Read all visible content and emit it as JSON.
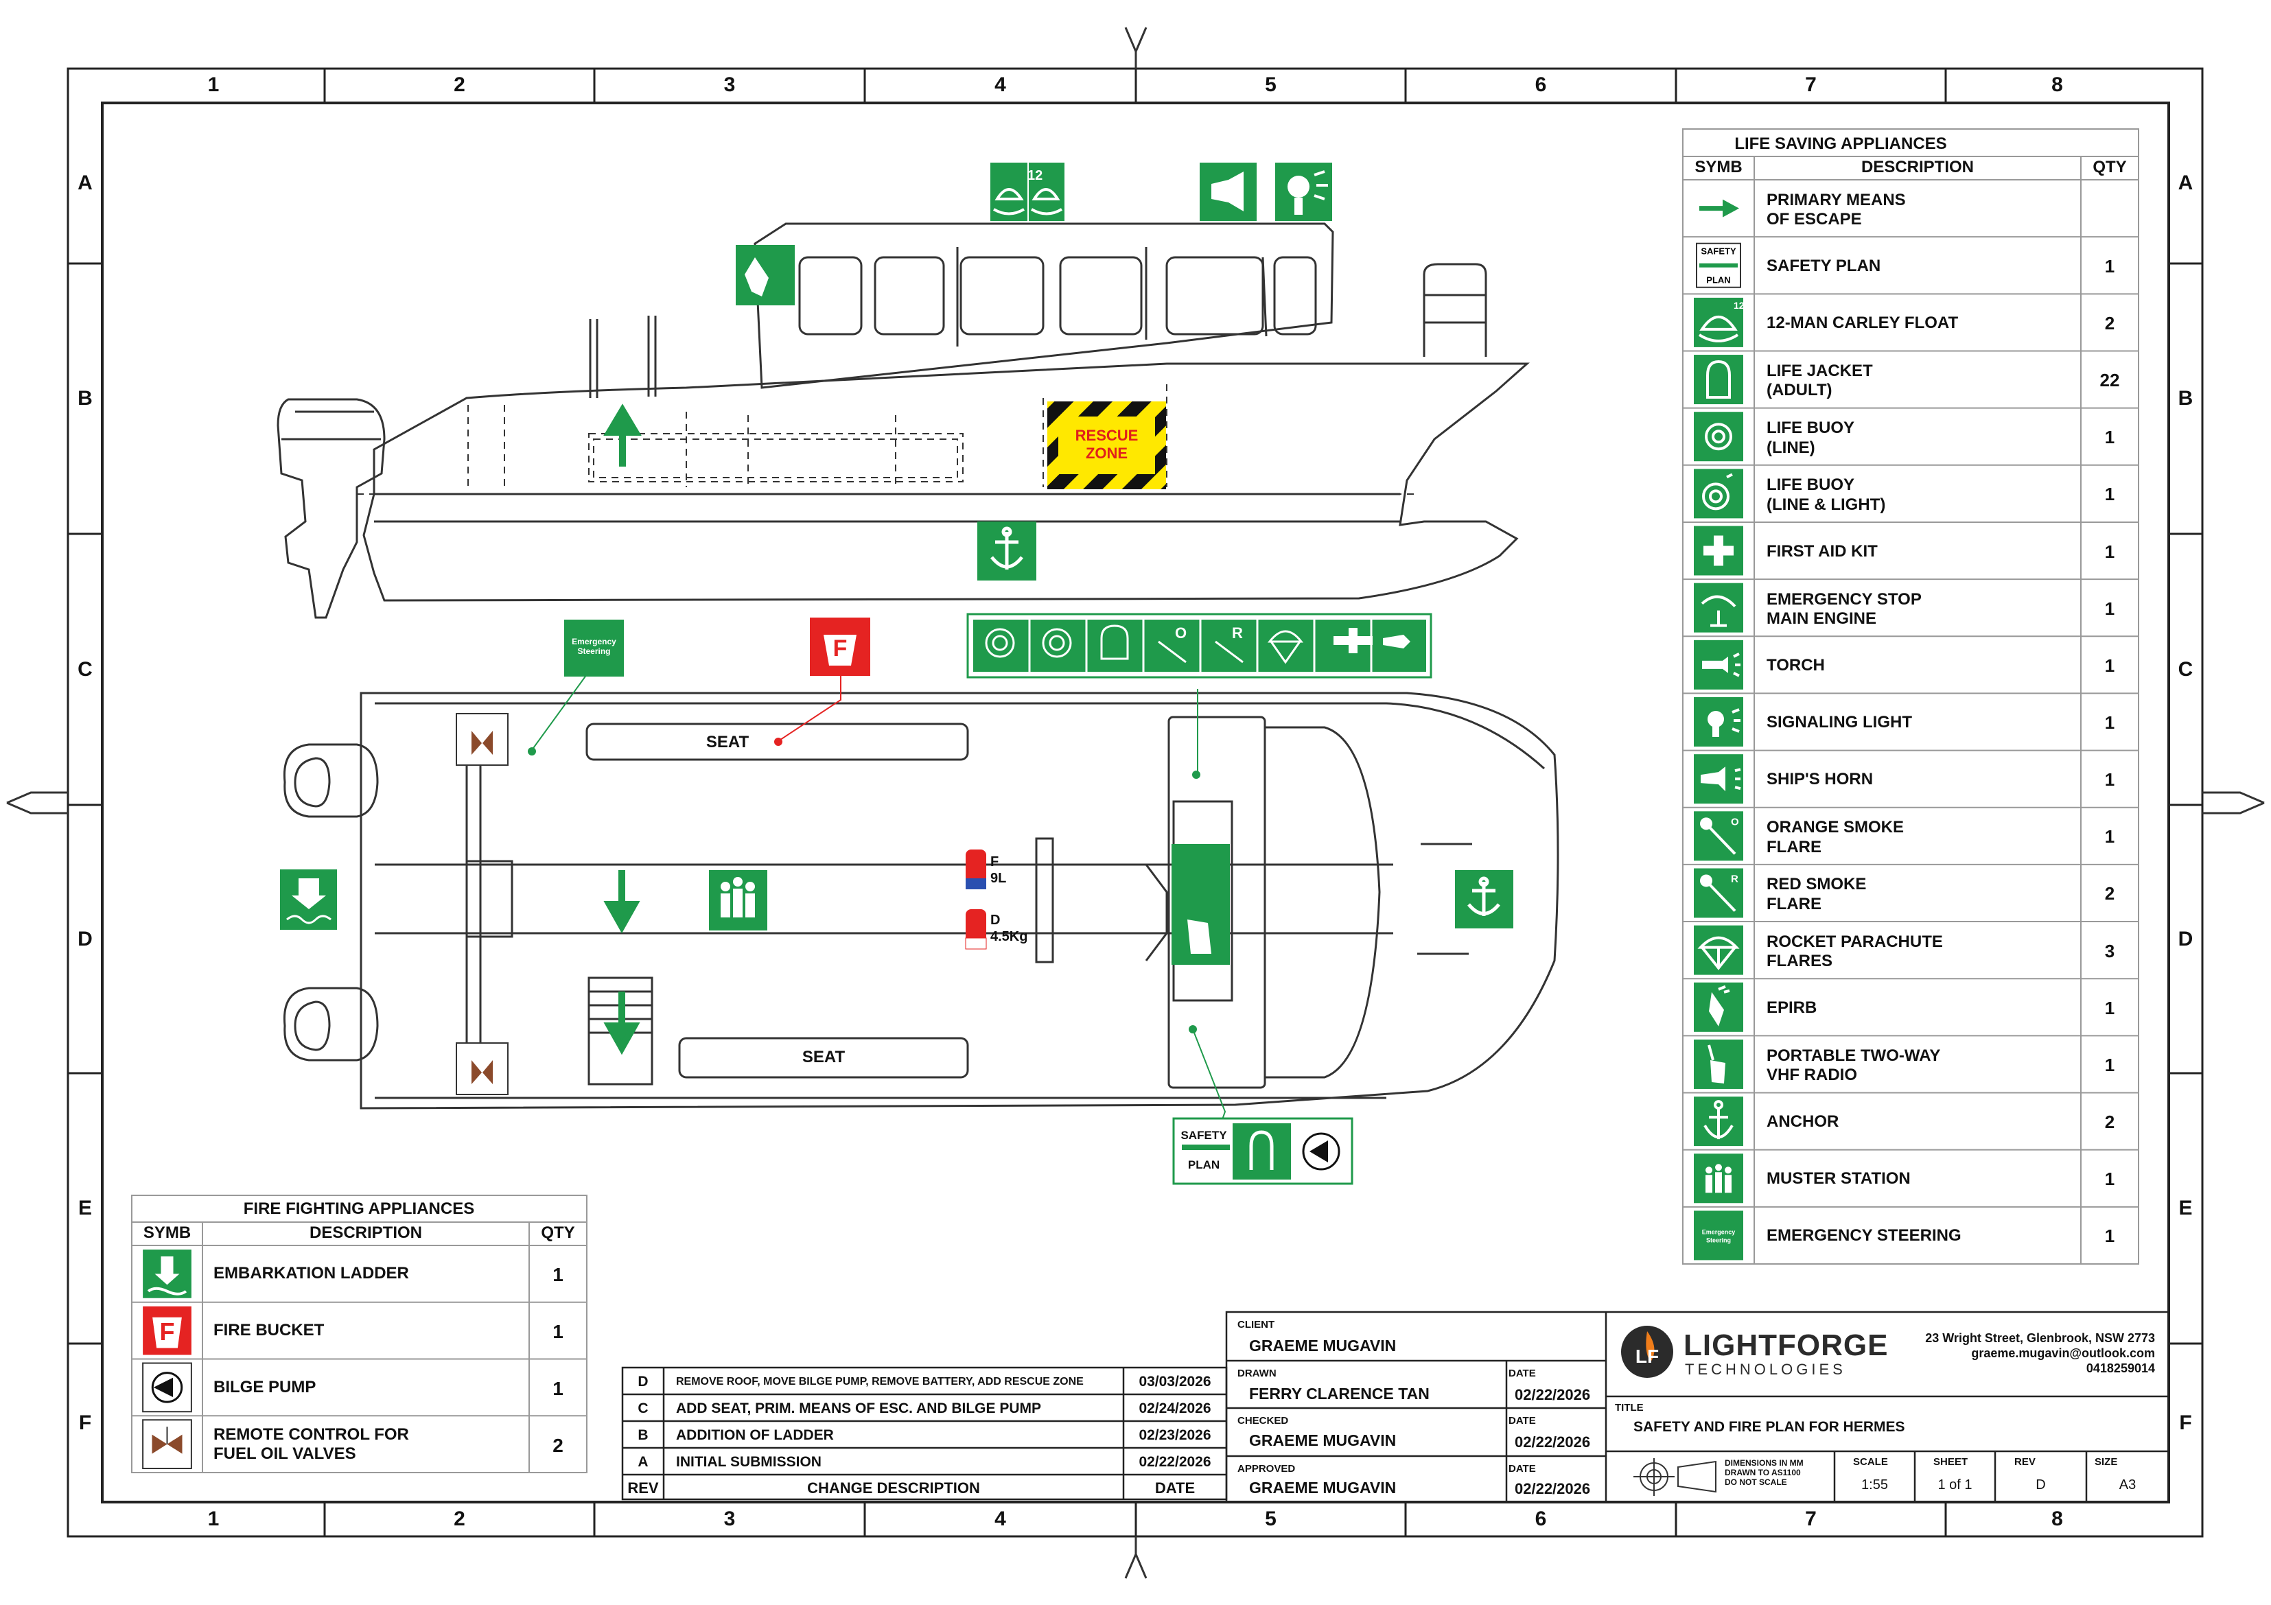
{
  "grid": {
    "columns": [
      "1",
      "2",
      "3",
      "4",
      "5",
      "6",
      "7",
      "8"
    ],
    "rows": [
      "A",
      "B",
      "C",
      "D",
      "E",
      "F"
    ]
  },
  "drawing": {
    "rescue_zone": "RESCUE\nZONE",
    "seat_top": "SEAT",
    "seat_bottom": "SEAT",
    "emergency_steering_sign": "Emergency\nSteering",
    "extinguisher_foam": "F\n9L",
    "extinguisher_dry": "D\n4.5Kg",
    "carley_float_capacity": "12",
    "safety_plan_sign": {
      "top": "SAFETY",
      "bottom": "PLAN"
    },
    "smoke_orange_letter": "O",
    "smoke_red_letter": "R",
    "fire_bucket_letter": "F",
    "colors": {
      "sign_green": "#1f9a4b",
      "fire_red": "#e52322",
      "hazard_yellow": "#ffe800",
      "rescue_text": "#e0201b"
    }
  },
  "lsa_table": {
    "title": "LIFE SAVING APPLIANCES",
    "headers": {
      "symbol": "SYMB",
      "description": "DESCRIPTION",
      "qty": "QTY"
    },
    "rows": [
      {
        "icon": "escape-arrow-icon",
        "description": "PRIMARY MEANS\nOF ESCAPE",
        "qty": ""
      },
      {
        "icon": "safety-plan-icon",
        "description": "SAFETY PLAN",
        "qty": "1"
      },
      {
        "icon": "carley-float-icon",
        "description": "12-MAN CARLEY FLOAT",
        "qty": "2"
      },
      {
        "icon": "life-jacket-icon",
        "description": "LIFE JACKET\n(ADULT)",
        "qty": "22"
      },
      {
        "icon": "life-buoy-line-icon",
        "description": "LIFE BUOY\n(LINE)",
        "qty": "1"
      },
      {
        "icon": "life-buoy-light-icon",
        "description": "LIFE BUOY\n(LINE & LIGHT)",
        "qty": "1"
      },
      {
        "icon": "first-aid-icon",
        "description": "FIRST AID KIT",
        "qty": "1"
      },
      {
        "icon": "emergency-stop-icon",
        "description": "EMERGENCY STOP\nMAIN ENGINE",
        "qty": "1"
      },
      {
        "icon": "torch-icon",
        "description": "TORCH",
        "qty": "1"
      },
      {
        "icon": "signaling-light-icon",
        "description": "SIGNALING LIGHT",
        "qty": "1"
      },
      {
        "icon": "ships-horn-icon",
        "description": "SHIP'S HORN",
        "qty": "1"
      },
      {
        "icon": "orange-smoke-flare-icon",
        "description": "ORANGE SMOKE\nFLARE",
        "qty": "1"
      },
      {
        "icon": "red-smoke-flare-icon",
        "description": "RED SMOKE\nFLARE",
        "qty": "2"
      },
      {
        "icon": "rocket-parachute-flare-icon",
        "description": "ROCKET PARACHUTE\nFLARES",
        "qty": "3"
      },
      {
        "icon": "epirb-icon",
        "description": "EPIRB",
        "qty": "1"
      },
      {
        "icon": "vhf-radio-icon",
        "description": "PORTABLE TWO-WAY\nVHF RADIO",
        "qty": "1"
      },
      {
        "icon": "anchor-icon",
        "description": "ANCHOR",
        "qty": "2"
      },
      {
        "icon": "muster-station-icon",
        "description": "MUSTER STATION",
        "qty": "1"
      },
      {
        "icon": "emergency-steering-icon",
        "description": "EMERGENCY STEERING",
        "qty": "1"
      }
    ]
  },
  "ffa_table": {
    "title": "FIRE FIGHTING APPLIANCES",
    "headers": {
      "symbol": "SYMB",
      "description": "DESCRIPTION",
      "qty": "QTY"
    },
    "rows": [
      {
        "icon": "embarkation-ladder-icon",
        "description": "EMBARKATION LADDER",
        "qty": "1"
      },
      {
        "icon": "fire-bucket-icon",
        "description": "FIRE BUCKET",
        "qty": "1"
      },
      {
        "icon": "bilge-pump-icon",
        "description": "BILGE PUMP",
        "qty": "1"
      },
      {
        "icon": "fuel-valve-control-icon",
        "description": "REMOTE CONTROL FOR\nFUEL OIL VALVES",
        "qty": "2"
      }
    ]
  },
  "revisions": {
    "headers": {
      "rev": "REV",
      "description": "CHANGE DESCRIPTION",
      "date": "DATE"
    },
    "rows": [
      {
        "rev": "D",
        "description": "REMOVE ROOF, MOVE BILGE PUMP, REMOVE BATTERY, ADD RESCUE ZONE",
        "date": "03/03/2026"
      },
      {
        "rev": "C",
        "description": "ADD SEAT, PRIM. MEANS OF ESC. AND BILGE PUMP",
        "date": "02/24/2026"
      },
      {
        "rev": "B",
        "description": "ADDITION OF LADDER",
        "date": "02/23/2026"
      },
      {
        "rev": "A",
        "description": "INITIAL SUBMISSION",
        "date": "02/22/2026"
      }
    ]
  },
  "title_block": {
    "client_label": "CLIENT",
    "client": "GRAEME MUGAVIN",
    "drawn_label": "DRAWN",
    "drawn": "FERRY CLARENCE TAN",
    "checked_label": "CHECKED",
    "checked": "GRAEME MUGAVIN",
    "approved_label": "APPROVED",
    "approved": "GRAEME MUGAVIN",
    "date_label": "DATE",
    "drawn_date": "02/22/2026",
    "checked_date": "02/22/2026",
    "approved_date": "02/22/2026",
    "company_name": "LIGHTFORGE",
    "company_sub": "TECHNOLOGIES",
    "logo_letters": "LF",
    "address": "23 Wright Street, Glenbrook, NSW 2773",
    "email": "graeme.mugavin@outlook.com",
    "phone": "0418259014",
    "title_label": "TITLE",
    "title": "SAFETY AND FIRE PLAN FOR HERMES",
    "dimensions_note": "DIMENSIONS IN MM\nDRAWN TO AS1100\nDO NOT SCALE",
    "scale_label": "SCALE",
    "scale": "1:55",
    "sheet_label": "SHEET",
    "sheet": "1 of 1",
    "rev_label": "REV",
    "rev": "D",
    "size_label": "SIZE",
    "size": "A3"
  }
}
